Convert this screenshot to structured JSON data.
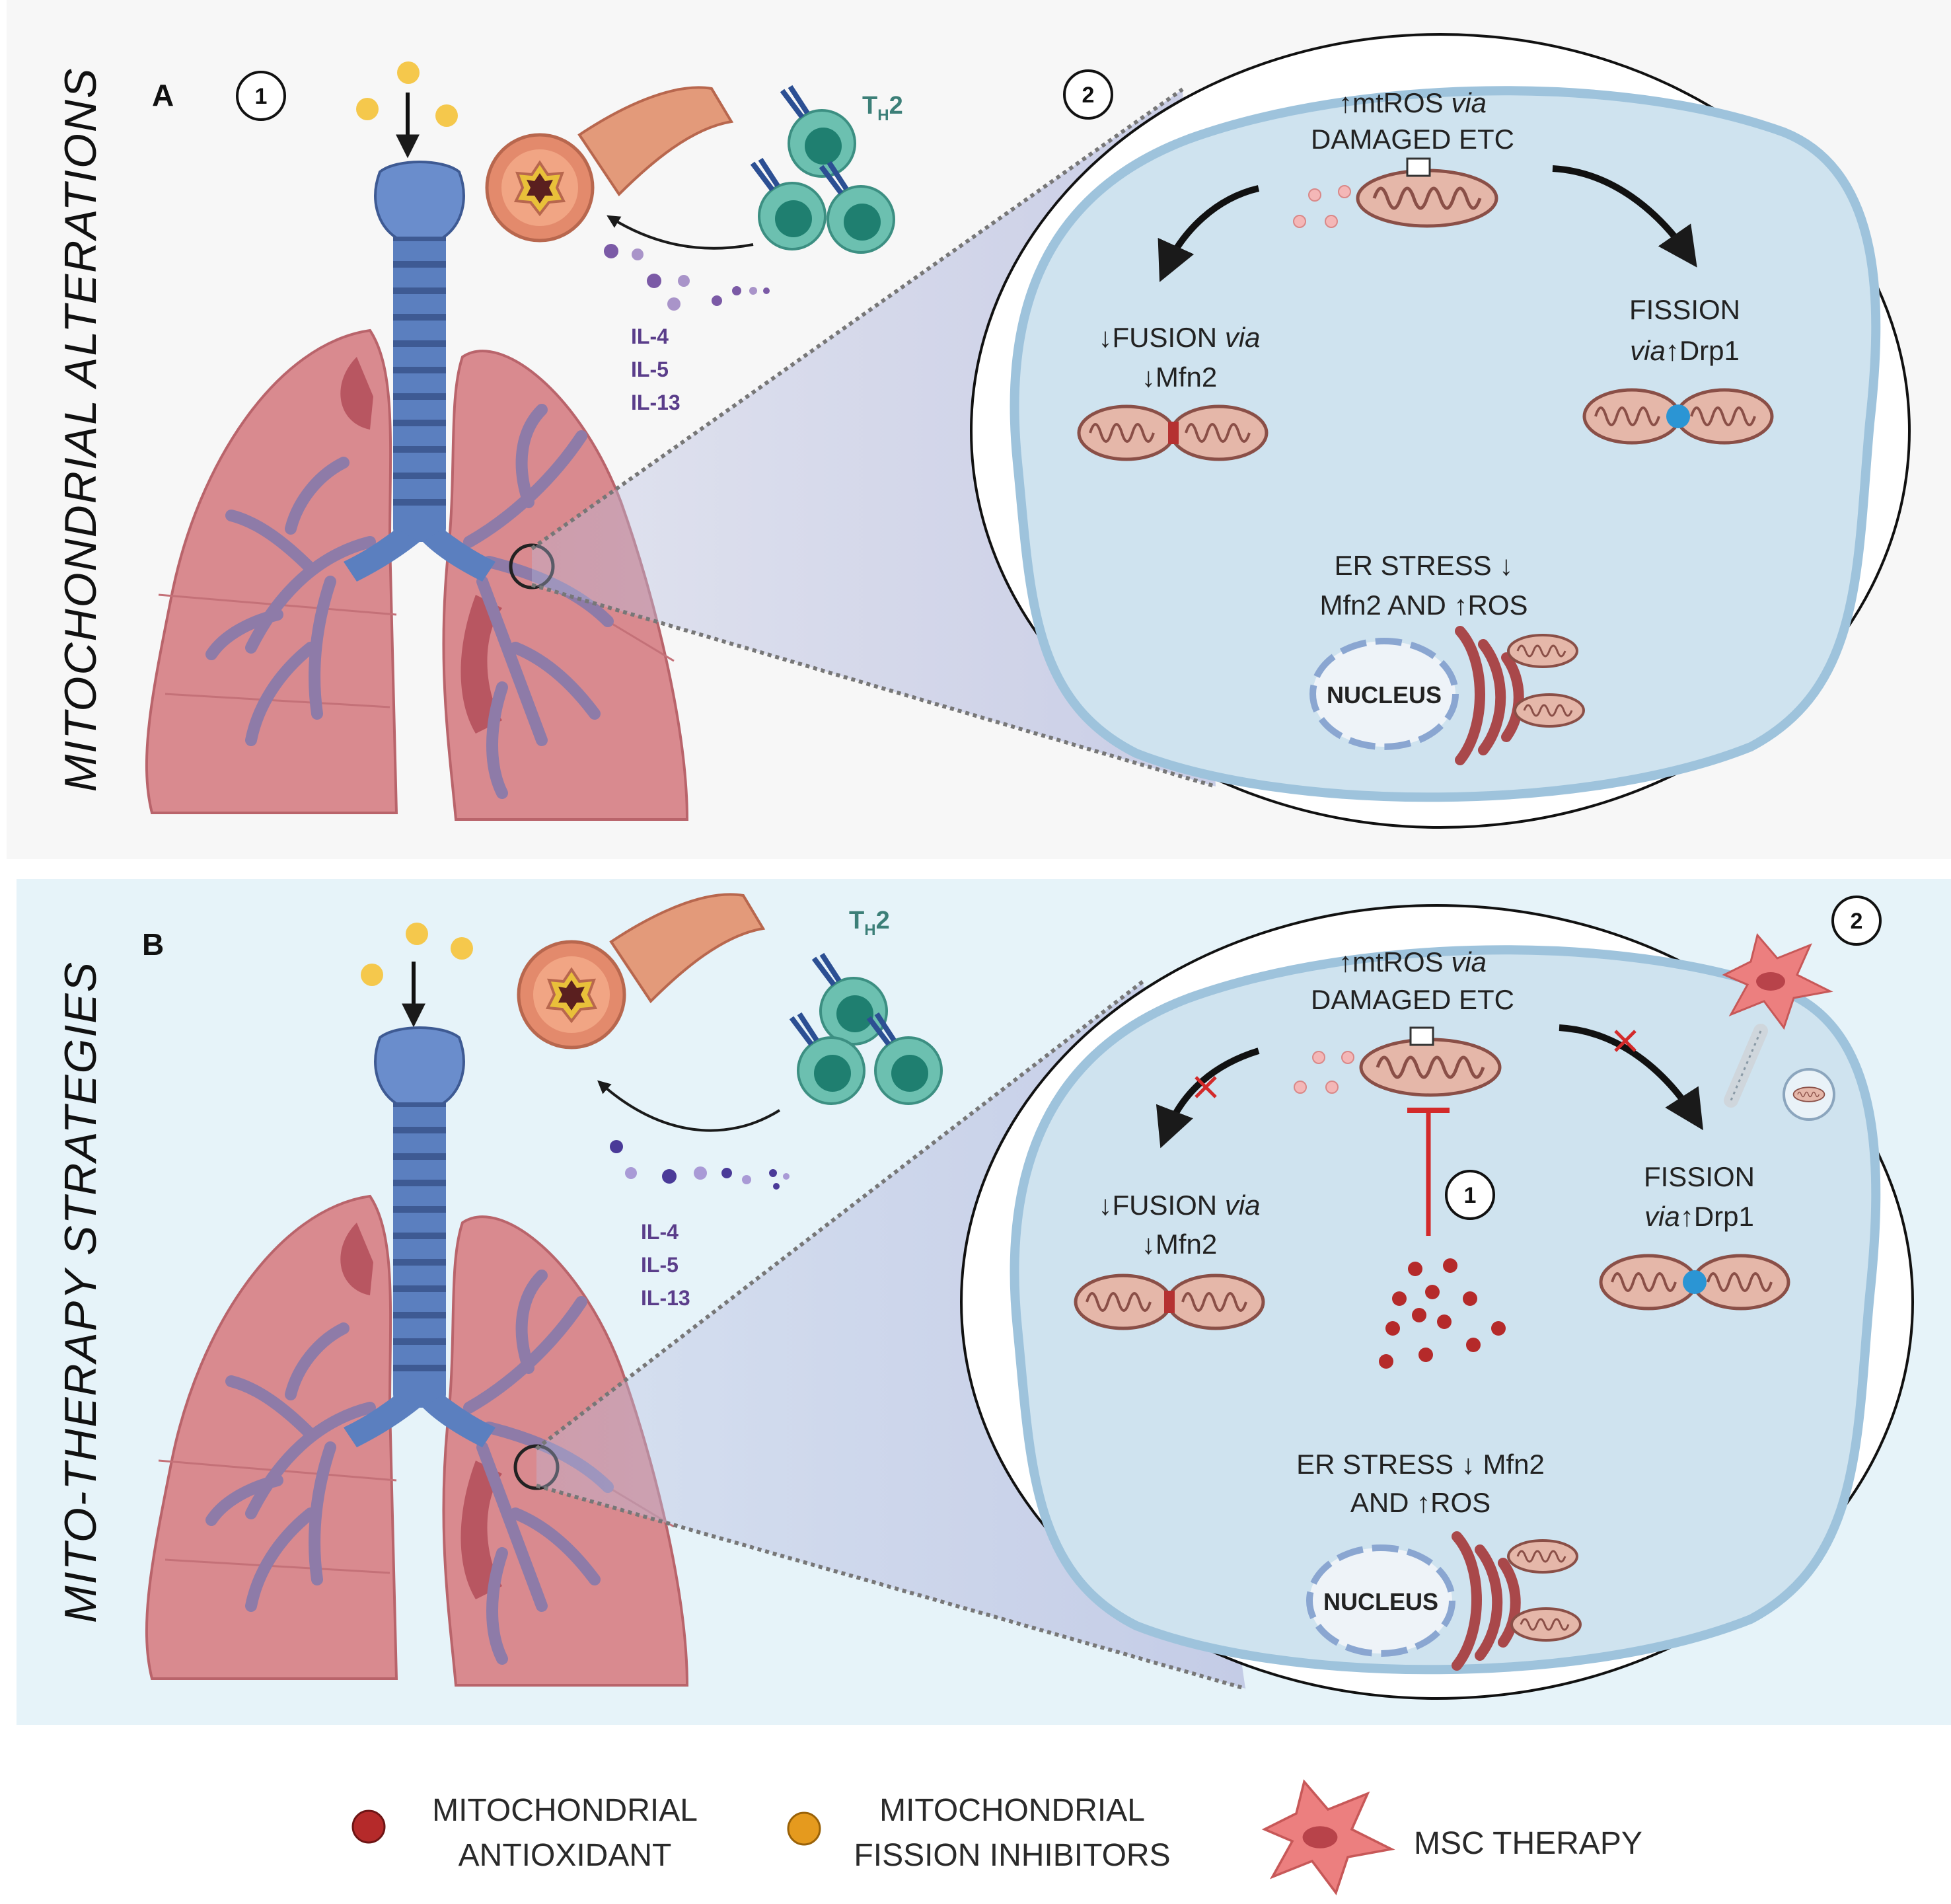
{
  "panel_a": {
    "letter": "A",
    "side_title": "MITOCHONDRIAL  ALTERATIONS",
    "step1": "1",
    "step2": "2",
    "th2_base": "T",
    "th2_sub": "H",
    "th2_suffix": "2",
    "cytokines": [
      "IL-4",
      "IL-5",
      "IL-13"
    ],
    "mtros_prefix": "↑mtROS ",
    "mtros_via": "via",
    "damaged_etc": "DAMAGED ETC",
    "fusion_prefix": "↓FUSION ",
    "fusion_via": "via",
    "fusion_line2": "↓Mfn2",
    "fission_line1": "FISSION",
    "fission_via": "via",
    "fission_rest": "↑Drp1",
    "er_line1": "ER STRESS ↓",
    "er_line2": "Mfn2 AND ↑ROS",
    "nucleus": "NUCLEUS"
  },
  "panel_b": {
    "letter": "B",
    "side_title": "MITO-THERAPY STRATEGIES",
    "step1": "1",
    "step2": "2",
    "th2_base": "T",
    "th2_sub": "H",
    "th2_suffix": "2",
    "cytokines": [
      "IL-4",
      "IL-5",
      "IL-13"
    ],
    "mtros_prefix": "↑mtROS ",
    "mtros_via": "via",
    "damaged_etc": "DAMAGED ETC",
    "fusion_prefix": "↓FUSION ",
    "fusion_via": "via",
    "fusion_line2": "↓Mfn2",
    "fission_line1": "FISSION",
    "fission_via": "via",
    "fission_rest": "↑Drp1",
    "er_line1": "ER STRESS ↓ Mfn2",
    "er_line2": "AND ↑ROS",
    "nucleus": "NUCLEUS"
  },
  "legend": {
    "antioxidant_line1": "MITOCHONDRIAL",
    "antioxidant_line2": "ANTIOXIDANT",
    "fission_line1": "MITOCHONDRIAL",
    "fission_line2": "FISSION INHIBITORS",
    "msc": "MSC THERAPY"
  },
  "colors": {
    "panel_a_bg": "#f7f7f7",
    "panel_b_bg": "#e6f3f9",
    "cell_fill": "#cfe3ef",
    "cell_border": "#9ec3dc",
    "lung": "#d98a8f",
    "trachea": "#5b7fbf",
    "th2": "#4aa99a",
    "antioxidant": "#b52a2a",
    "fission_inhibitor": "#e59a1e",
    "msc": "#ec7f7f"
  }
}
